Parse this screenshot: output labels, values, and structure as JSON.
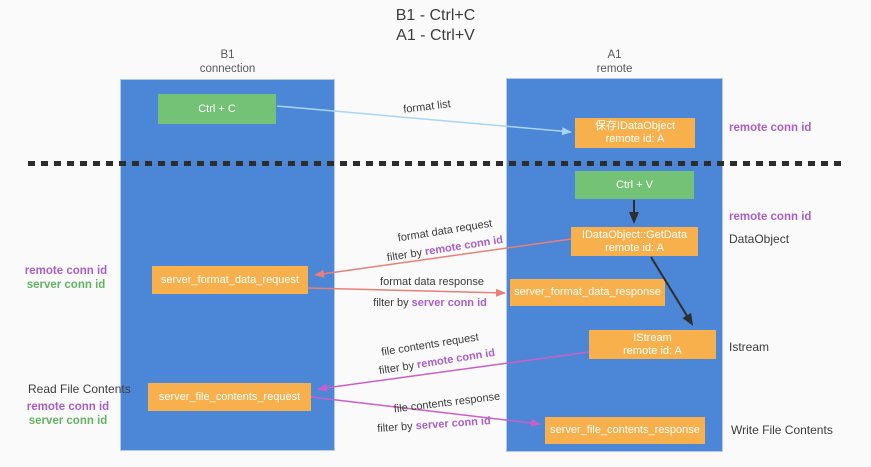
{
  "title": {
    "line1": "B1 - Ctrl+C",
    "line2": "A1 - Ctrl+V"
  },
  "columns": {
    "left": {
      "name": "B1",
      "role": "connection"
    },
    "right": {
      "name": "A1",
      "role": "remote"
    }
  },
  "boxes": {
    "ctrl_c": {
      "label": "Ctrl + C"
    },
    "save_dataobject": {
      "line1": "保存IDataObject",
      "line2": "remote id: A"
    },
    "ctrl_v": {
      "label": "Ctrl + V"
    },
    "getdata": {
      "line1": "IDataObject::GetData",
      "line2": "remote id: A"
    },
    "server_format_data_request": {
      "label": "server_format_data_request"
    },
    "server_format_data_response": {
      "label": "server_format_data_response"
    },
    "istream": {
      "line1": "IStream",
      "line2": "remote id: A"
    },
    "server_file_contents_request": {
      "label": "server_file_contents_request"
    },
    "server_file_contents_response": {
      "label": "server_file_contents_response"
    }
  },
  "right_labels": {
    "remote_conn_id_1": "remote conn id",
    "remote_conn_id_2": "remote conn id",
    "dataobject": "DataObject",
    "istream": "Istream",
    "write_file_contents": "Write File Contents"
  },
  "left_labels": {
    "remote_conn_id_1": "remote conn id",
    "server_conn_id_1": "server conn id",
    "read_file_contents": "Read File Contents",
    "remote_conn_id_2": "remote conn id",
    "server_conn_id_2": "server conn id"
  },
  "edge_labels": {
    "format_list": "format list",
    "format_data_request": "format data request",
    "format_data_response": "format data response",
    "file_contents_request": "file contents request",
    "file_contents_response": "file contents response",
    "filter_by": "filter by ",
    "remote_conn_id": "remote conn id",
    "server_conn_id": "server conn id"
  },
  "colors": {
    "column_blue": "#4c86d6",
    "box_green": "#74c276",
    "box_orange": "#f8b04c",
    "purple_text": "#a95fc9",
    "green_text": "#64b364",
    "salmon_arrow": "#e88078",
    "magenta_arrow": "#cc5fc7",
    "lightblue_arrow": "#a9d5f5",
    "black_arrow": "#2d2d2d"
  }
}
